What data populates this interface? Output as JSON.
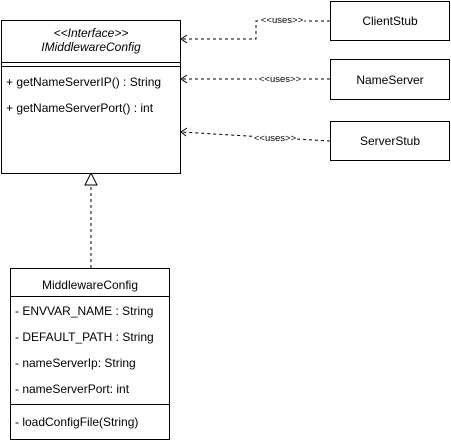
{
  "interface": {
    "stereotype": "<<Interface>>",
    "name": "IMiddlewareConfig",
    "methods": [
      "+ getNameServerIP() : String",
      "+ getNameServerPort() : int"
    ]
  },
  "stubs": [
    {
      "name": "ClientStub",
      "relation": "<<uses>>"
    },
    {
      "name": "NameServer",
      "relation": "<<uses>>"
    },
    {
      "name": "ServerStub",
      "relation": "<<uses>>"
    }
  ],
  "impl": {
    "name": "MiddlewareConfig",
    "attributes": [
      "- ENVVAR_NAME : String",
      "- DEFAULT_PATH : String",
      "- nameServerIp: String",
      "- nameServerPort: int"
    ],
    "methods": [
      "- loadConfigFile(String)"
    ]
  }
}
